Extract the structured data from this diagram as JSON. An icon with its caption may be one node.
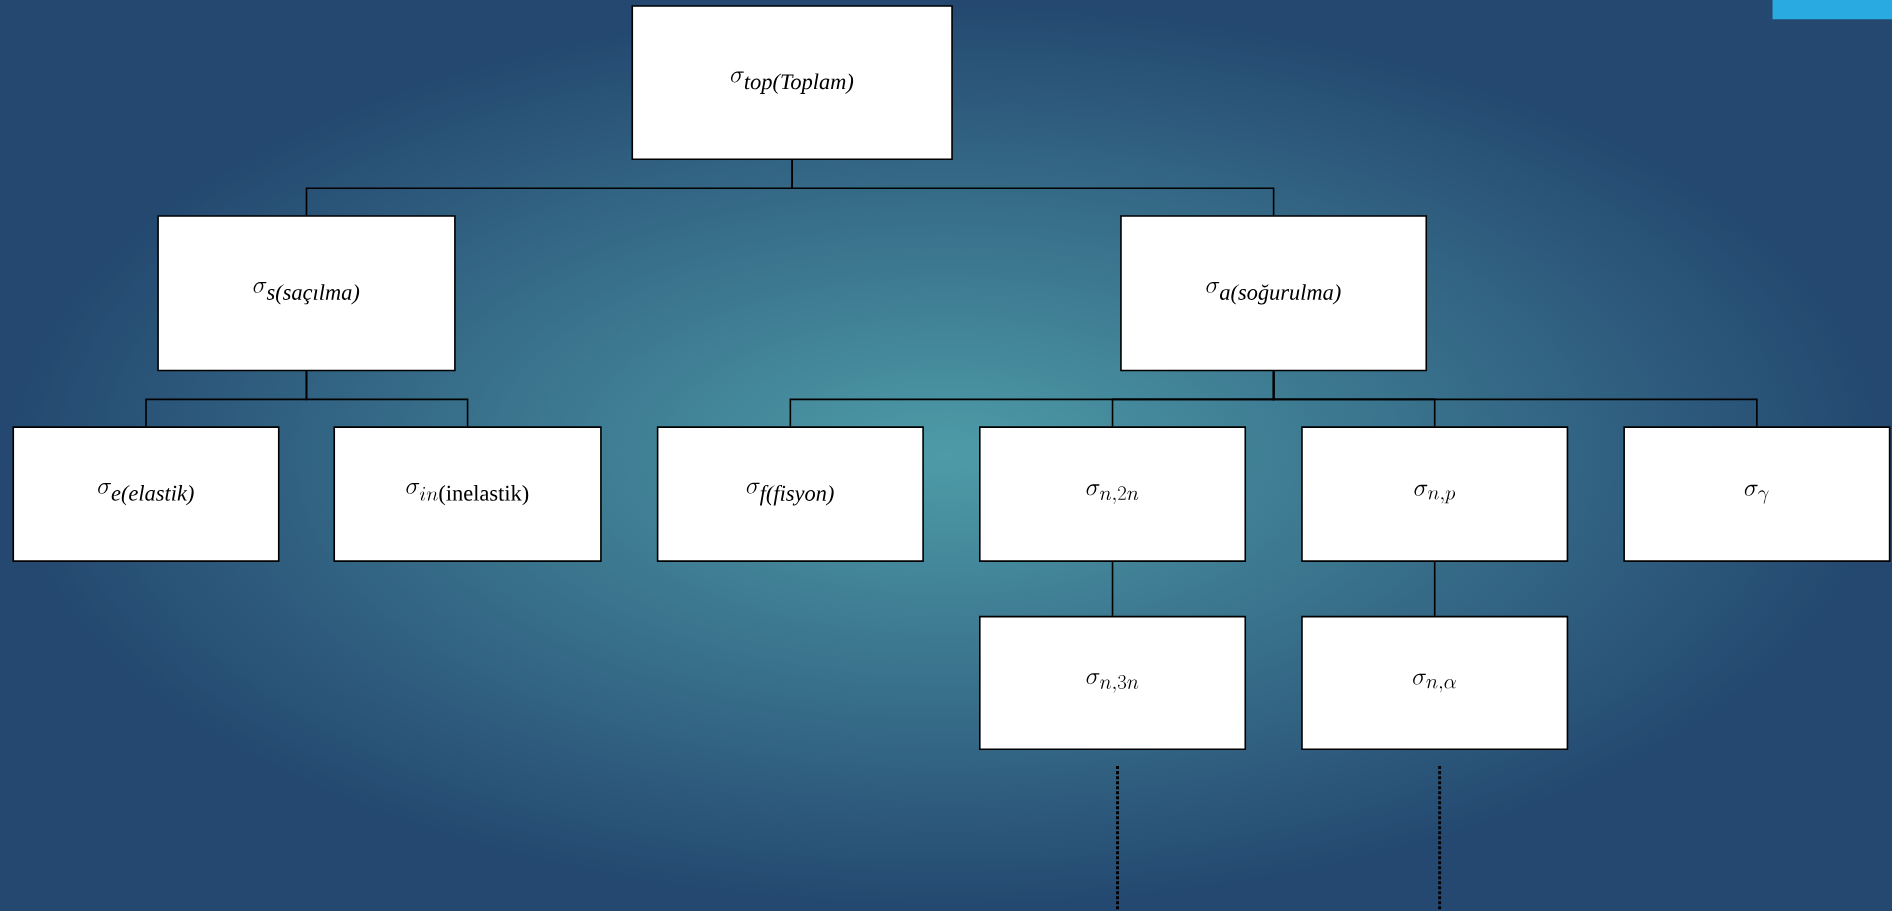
{
  "diagram": {
    "nodes": [
      {
        "text": [
          "\\sigma_{\\textit{top(Toplam)}}"
        ]
      },
      {
        "text": [
          "\\sigma_{\\textit{s(saçılma)}}"
        ]
      },
      {
        "text": [
          "\\sigma_{\\textit{a(soğurulma)}}"
        ]
      },
      {
        "text": [
          "\\sigma_{\\textit{e(elastik)}}"
        ]
      },
      {
        "text": [
          "\\sigma_{in\\text{(inelastik)}}"
        ]
      },
      {
        "text": [
          "\\sigma_{\\textit{f(fisyon)}}"
        ]
      },
      {
        "text": [
          "\\sigma_{n,2n}"
        ]
      },
      {
        "text": [
          "\\sigma_{n,p}"
        ]
      },
      {
        "text": [
          "\\sigma_{\\gamma}"
        ]
      },
      {
        "text": [
          "\\sigma_{n,3n}"
        ]
      },
      {
        "text": [
          "\\sigma_{n,\\alpha}"
        ]
      }
    ],
    "edges": [
      {
        "from": 0,
        "to": 1,
        "arrow": "none"
      },
      {
        "from": 0,
        "to": 2,
        "arrow": "none"
      },
      {
        "from": 1,
        "to": 3,
        "arrow": "none"
      },
      {
        "from": 1,
        "to": 4,
        "arrow": "none"
      },
      {
        "from": 2,
        "to": 5,
        "arrow": "none"
      },
      {
        "from": 2,
        "to": 6,
        "arrow": "none"
      },
      {
        "from": 2,
        "to": 7,
        "arrow": "none"
      },
      {
        "from": 2,
        "to": 8,
        "arrow": "none"
      },
      {
        "from": 6,
        "to": 9,
        "arrow": "none"
      },
      {
        "from": 7,
        "to": 10,
        "arrow": "none"
      },
      {
        "from": 9,
        "to": null,
        "arrow": "none",
        "style": "dashed"
      },
      {
        "from": 10,
        "to": null,
        "arrow": "none",
        "style": "dashed"
      }
    ]
  }
}
